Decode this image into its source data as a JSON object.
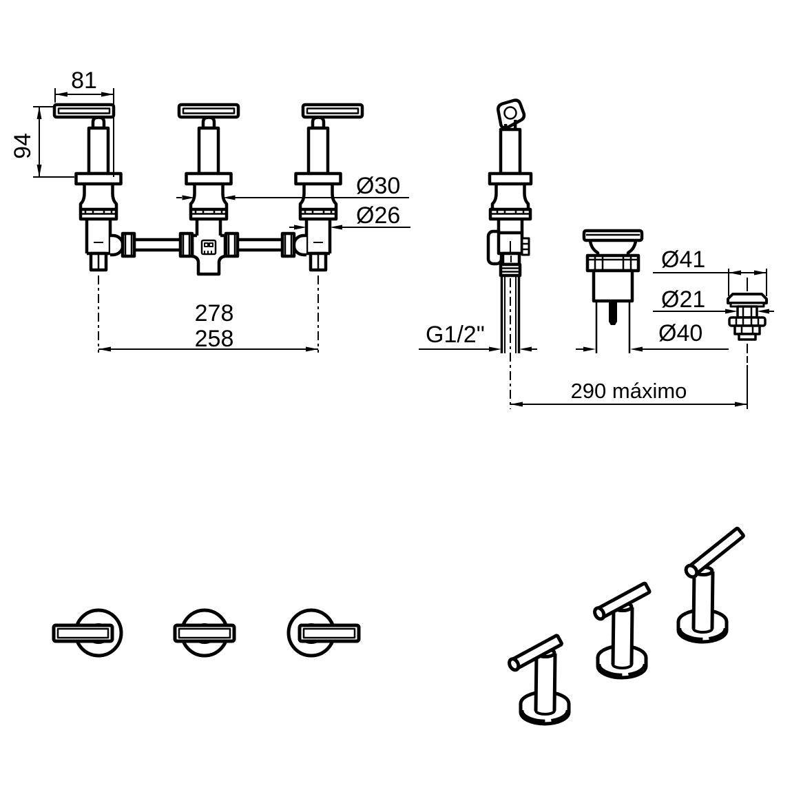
{
  "page": {
    "background": "#ffffff",
    "line_color": "#000000"
  },
  "dimensions": {
    "front_view": {
      "handle_length": "81",
      "handle_height": "94",
      "body_diameter": "Ø30",
      "shank_diameter": "Ø26",
      "outer_spread": "278",
      "inner_spread": "258"
    },
    "side_view": {
      "inlet_thread": "G1/2\"",
      "max_reach": "290 máximo"
    },
    "drain": {
      "flange_diameter": "Ø41",
      "stem_diameter": "Ø21",
      "body_diameter": "Ø40"
    }
  }
}
